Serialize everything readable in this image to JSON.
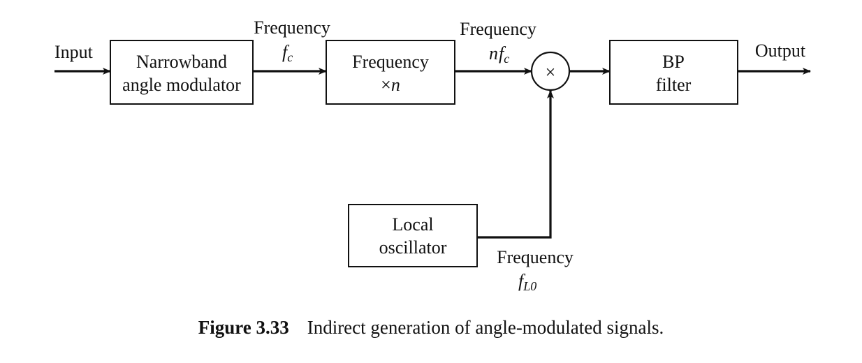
{
  "input_label": "Input",
  "output_label": "Output",
  "blocks": {
    "modulator": {
      "line1": "Narrowband",
      "line2": "angle modulator"
    },
    "multiplier": {
      "line1": "Frequency",
      "line2_sym": "×",
      "line2_var": "n"
    },
    "bpf": {
      "line1": "BP",
      "line2": "filter"
    },
    "oscillator": {
      "line1": "Local",
      "line2": "oscillator"
    }
  },
  "mixer_symbol": "×",
  "signals": {
    "fc": {
      "word": "Frequency",
      "var": "f",
      "sub": "c"
    },
    "nfc": {
      "word": "Frequency",
      "coef": "n",
      "var": "f",
      "sub": "c"
    },
    "flo": {
      "word": "Frequency",
      "var": "f",
      "sub": "L0"
    }
  },
  "caption": {
    "number": "Figure 3.33",
    "text": "Indirect generation of angle-modulated signals."
  }
}
